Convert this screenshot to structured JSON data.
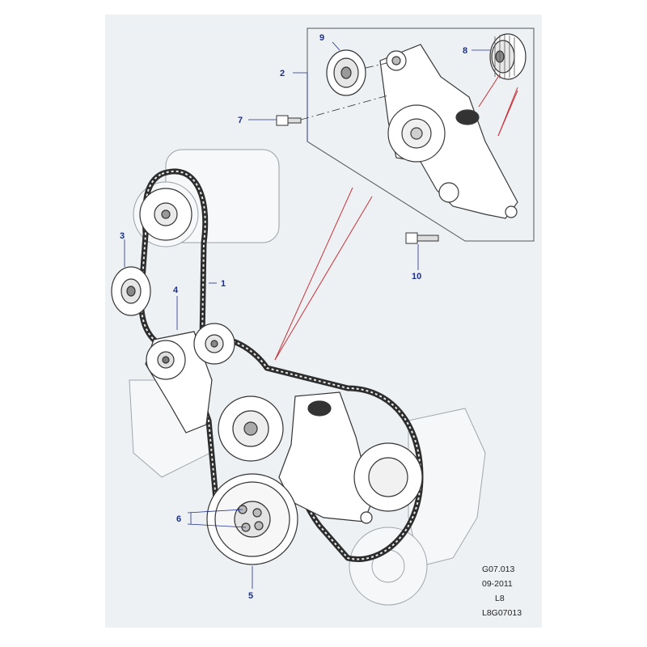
{
  "callouts": [
    {
      "id": "1",
      "label": "1"
    },
    {
      "id": "2",
      "label": "2"
    },
    {
      "id": "3",
      "label": "3"
    },
    {
      "id": "4",
      "label": "4"
    },
    {
      "id": "5",
      "label": "5"
    },
    {
      "id": "6",
      "label": "6"
    },
    {
      "id": "7",
      "label": "7"
    },
    {
      "id": "8",
      "label": "8"
    },
    {
      "id": "9",
      "label": "9"
    },
    {
      "id": "10",
      "label": "10"
    }
  ],
  "info": {
    "code": "G07.013",
    "date": "09-2011",
    "model": "L8",
    "ref": "L8G07013"
  },
  "colors": {
    "callout": "#1c2f8a",
    "sheet": "#eef1f4",
    "line_art": "#3a3a3a",
    "highlight": "#c8323c"
  }
}
